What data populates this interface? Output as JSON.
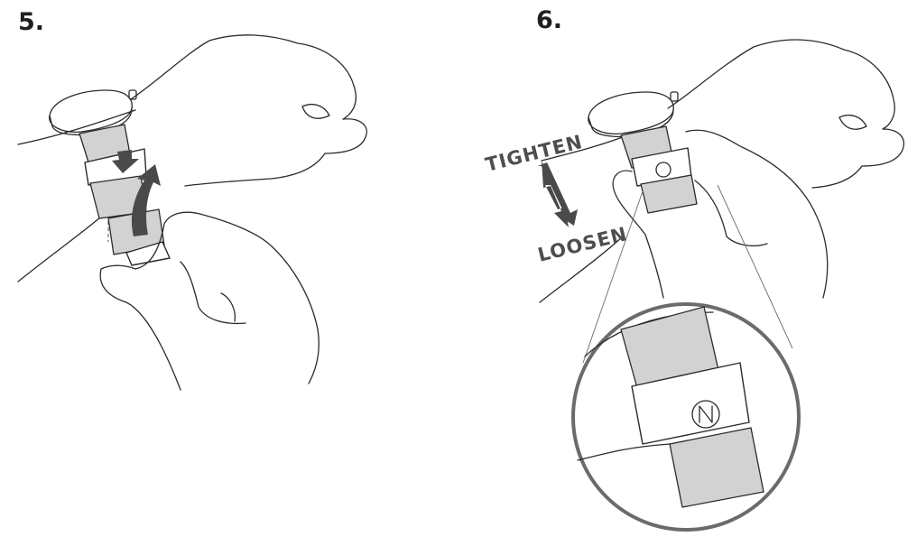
{
  "steps": [
    {
      "number": "5."
    },
    {
      "number": "6."
    }
  ],
  "adjustment": {
    "tighten_label": "TIGHTEN",
    "loosen_label": "LOOSEN"
  },
  "colors": {
    "ink": "#2b2b2b",
    "strap": "#d2d2d2",
    "arrow": "#4a4a4a",
    "label": "#4e4e4e",
    "zoom_ring": "#6b6b6b"
  }
}
